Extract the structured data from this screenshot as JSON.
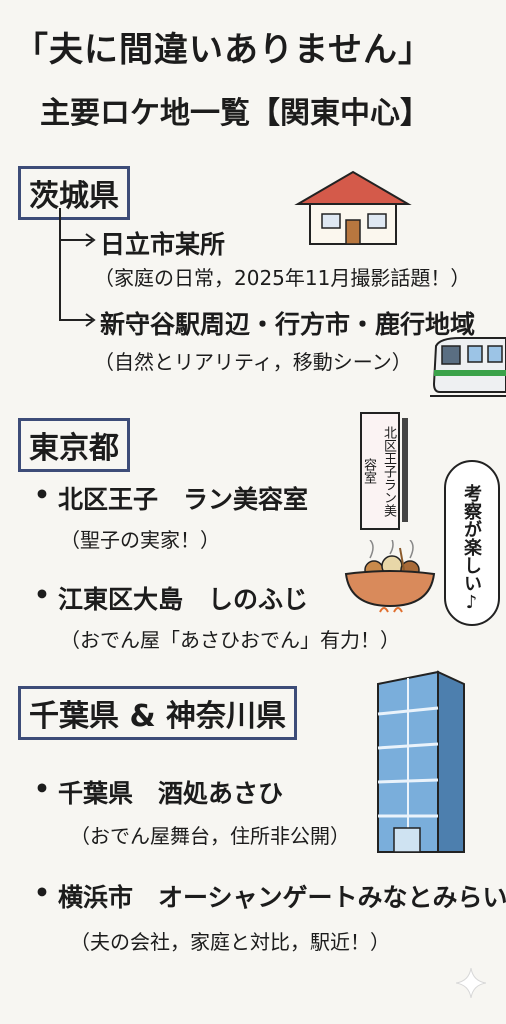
{
  "title": "「夫に間違いありません」",
  "subtitle": "主要ロケ地一覧【関東中心】",
  "sections": [
    {
      "heading": "茨城県",
      "items": [
        {
          "name": "日立市某所",
          "note": "（家庭の日常，2025年11月撮影話題！）"
        },
        {
          "name": "新守谷駅周辺・行方市・鹿行地域",
          "note": "（自然とリアリティ，移動シーン）"
        }
      ]
    },
    {
      "heading": "東京都",
      "items": [
        {
          "name": "北区王子　ラン美容室",
          "note": "（聖子の実家！）"
        },
        {
          "name": "江東区大島　しのふじ",
          "note": "（おでん屋「あさひおでん」有力！）"
        }
      ]
    },
    {
      "heading": "千葉県 & 神奈川県",
      "items": [
        {
          "name": "千葉県　酒処あさひ",
          "note": "（おでん屋舞台，住所非公開）"
        },
        {
          "name": "横浜市　オーシャンゲートみなとみらい",
          "note": "（夫の会社，家庭と対比，駅近！）"
        }
      ]
    }
  ],
  "sign_text": "北区王子ラン美容室",
  "bubble_text": "考察が楽しい♪",
  "bullet_char": "•",
  "colors": {
    "box_border": "#3d4c78",
    "roof": "#d45a4a",
    "building": "#7aaedb"
  }
}
